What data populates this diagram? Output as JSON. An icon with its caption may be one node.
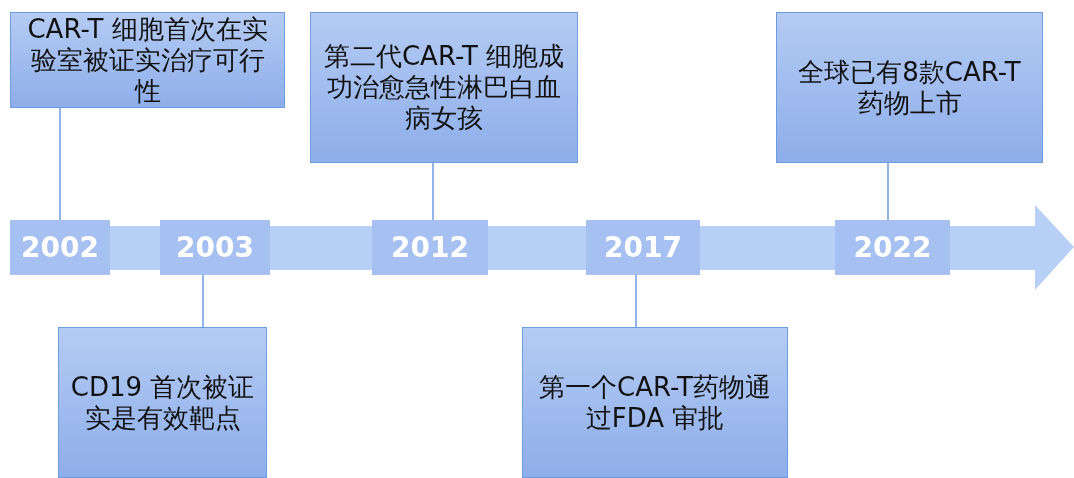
{
  "diagram": {
    "nodes": [
      {
        "text": [
          "CAR-T 细胞首次在实验室被证实治疗可行性"
        ]
      },
      {
        "text": [
          "第二代CAR-T 细胞成功治愈急性淋巴白血病女孩"
        ]
      },
      {
        "text": [
          "全球已有8款CAR-T药物上市"
        ]
      },
      {
        "text": [
          "2002"
        ]
      },
      {
        "text": [
          "2003"
        ]
      },
      {
        "text": [
          "2012"
        ]
      },
      {
        "text": [
          "2017"
        ]
      },
      {
        "text": [
          "2022"
        ]
      },
      {
        "text": [
          "CD19 首次被证实是有效靶点"
        ]
      },
      {
        "text": [
          "第一个CAR-T药物通过FDA 审批"
        ]
      }
    ],
    "edges": [
      {
        "from": 0,
        "to": 3,
        "arrow": "none"
      },
      {
        "from": 1,
        "to": 5,
        "arrow": "none"
      },
      {
        "from": 2,
        "to": 7,
        "arrow": "none"
      },
      {
        "from": 8,
        "to": 4,
        "arrow": "none"
      },
      {
        "from": 9,
        "to": 6,
        "arrow": "none"
      }
    ]
  }
}
